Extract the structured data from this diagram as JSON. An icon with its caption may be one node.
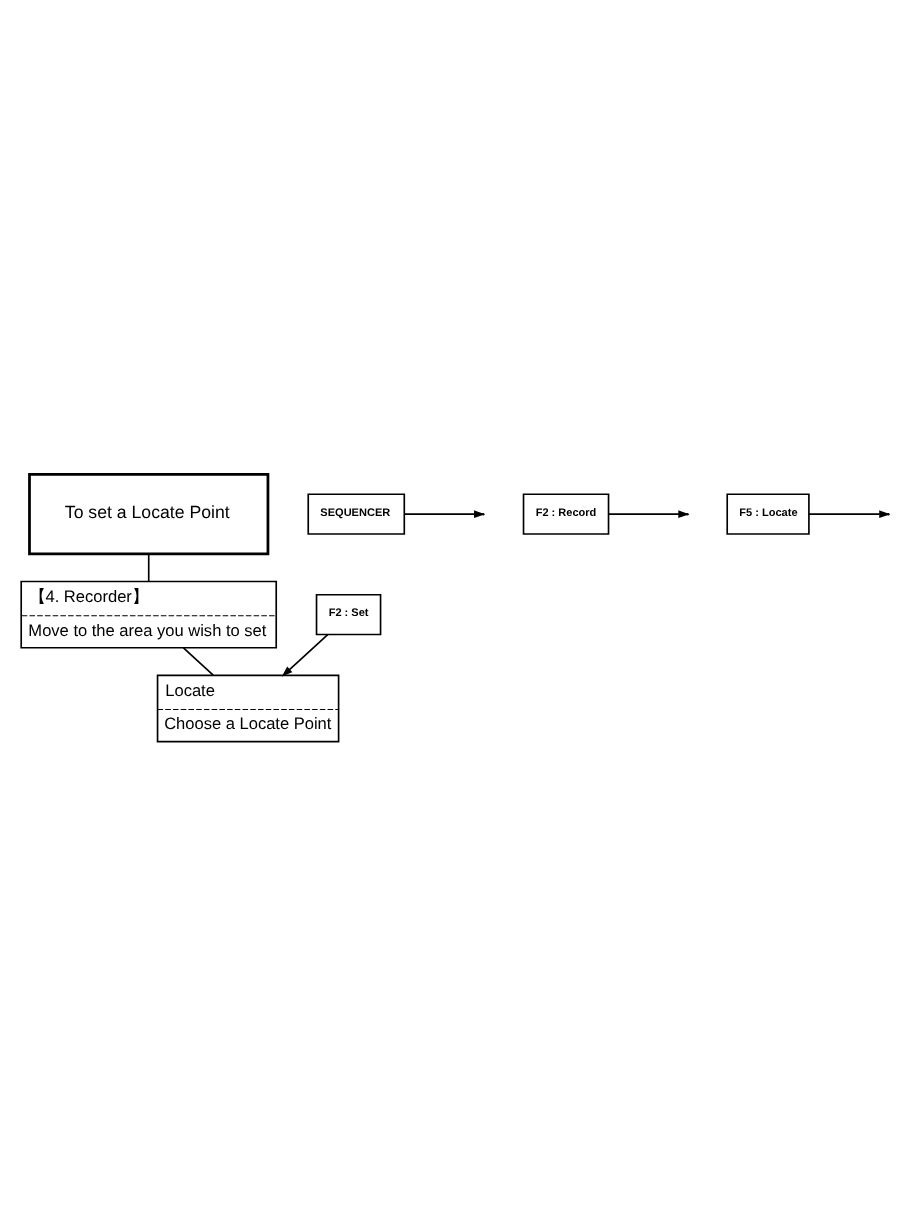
{
  "diagram": {
    "nodes": [
      {
        "text": [
          "To set a Locate Point"
        ]
      },
      {
        "text": [
          "SEQUENCER"
        ]
      },
      {
        "text": [
          "F2 : Record"
        ]
      },
      {
        "text": [
          "【4. Recorder】",
          "Move to the area you wish to set"
        ]
      },
      {
        "text": [
          "F5 : Locate"
        ]
      },
      {
        "text": [
          "Locate",
          "Choose a Locate Point"
        ]
      },
      {
        "text": [
          "F2 : Set"
        ]
      }
    ],
    "edges": [
      {
        "from": 0,
        "to": 3,
        "arrow": "none"
      },
      {
        "from": 1,
        "to": null,
        "arrow": "to"
      },
      {
        "from": 2,
        "to": null,
        "arrow": "to"
      },
      {
        "from": 3,
        "to": 5,
        "arrow": "none"
      },
      {
        "from": 4,
        "to": null,
        "arrow": "to"
      },
      {
        "from": 6,
        "to": 5,
        "arrow": "to"
      }
    ]
  }
}
